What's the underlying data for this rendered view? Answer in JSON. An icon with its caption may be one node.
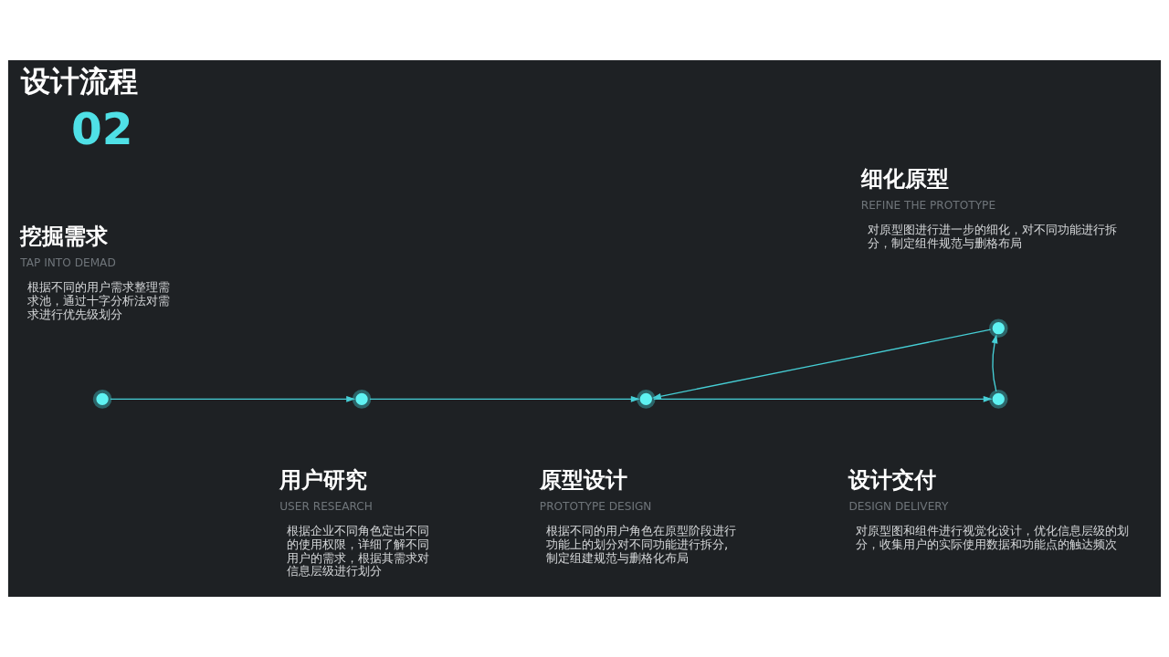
{
  "diagram": {
    "title": "设计流程",
    "nodes": [
      {
        "text": [],
        "shape": "circle",
        "beside": [
          "挖掘需求",
          "TAP INTO DEMAD",
          "根据不同的用户需求整理需求池，通过十字分析法对需求进行优先级划分"
        ]
      },
      {
        "text": [],
        "shape": "circle",
        "beside": [
          "用户研究",
          "USER RESEARCH",
          "根据企业不同角色定出不同的使用权限，详细了解不同用户的需求，根据其需求对信息层级进行划分"
        ]
      },
      {
        "text": [],
        "shape": "circle",
        "beside": [
          "原型设计",
          "PROTOTYPE DESIGN",
          "根据不同的用户角色在原型阶段进行功能上的划分对不同功能进行拆分,制定组建规范与删格化布局"
        ]
      },
      {
        "text": [],
        "shape": "circle",
        "beside": [
          "细化原型",
          "REFINE THE PROTOTYPE",
          "对原型图进行进一步的细化，对不同功能进行拆分，制定组件规范与删格布局"
        ]
      },
      {
        "text": [],
        "shape": "circle",
        "beside": [
          "设计交付",
          "DESIGN DELIVERY",
          "对原型图和组件进行视觉化设计，优化信息层级的划分，收集用户的实际使用数据和功能点的触达频次"
        ]
      }
    ],
    "edges": [
      {
        "from": 0,
        "to": 1,
        "arrow": "to"
      },
      {
        "from": 1,
        "to": 2,
        "arrow": "to"
      },
      {
        "from": 2,
        "to": 4,
        "arrow": "to"
      },
      {
        "from": 4,
        "to": 3,
        "arrow": "to"
      },
      {
        "from": 3,
        "to": 2,
        "arrow": "to"
      }
    ],
    "labels": [
      "02"
    ]
  }
}
